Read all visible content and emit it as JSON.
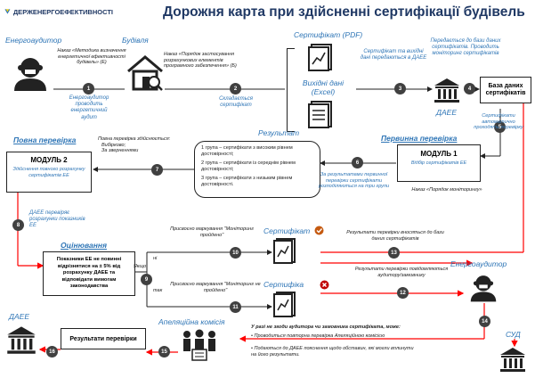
{
  "header": {
    "logo_text": "ДЕРЖЕНЕРГОЕФЕКТИВНОСТІ",
    "title": "Дорожня карта при здійсненні сертифікації будівель"
  },
  "actors": {
    "energy_auditor_top": "Енергоаудитор",
    "building": "Будівля",
    "certificate_pdf": "Сертифікат (PDF)",
    "source_data_excel": "Вихідні дані (Excel)",
    "daee_top": "ДАЕЕ",
    "db_certificates": "База даних сертифікатів",
    "full_check": "Повна перевірка",
    "result": "Результат",
    "initial_check": "Первинна перевірка",
    "assessment": "Оцінювання",
    "certificate_ok": "Сертифікат",
    "certificate_bad": "Сертифіка",
    "energy_auditor_right": "Енергоаудитор",
    "appeal_commission": "Апеляційна комісія",
    "daee_bottom": "ДАЕЕ",
    "sud": "СУД"
  },
  "texts": {
    "order_methodology": "Наказ «Методика визначення енергетичної ефективності будівель» (Е)",
    "auditor_caption": "Енергоаудитор проводить енергетичний аудит",
    "order_procedure": "Наказ «Порядок застосування розрахункових елементів програмного забезпечення» (Б)",
    "compose_certificate": "Складається сертифікат",
    "cert_source_sent": "Сертифікат та вихідні дані передаються в ДАЕЕ",
    "sent_to_db": "Передається до бази даних сертифікатів. Проводить моніторинг сертифікатів",
    "certs_auto_check": "Сертифікати автоматично проходять перевірку",
    "full_check_done": "Повна перевірка здійснюється:",
    "full_check_items": [
      "Вибірково;",
      "За зверненнями"
    ],
    "module2_title": "МОДУЛЬ 2",
    "module2_sub": "Здійснення повного розрахунку сертифікатів ЕЕ",
    "module1_title": "МОДУЛЬ 1",
    "module1_sub": "Відбір сертифікатів ЕЕ",
    "order_monitoring": "Наказ «Порядок моніторингу»",
    "group1": "1 група – сертифікати з високим рівнем достовірності;",
    "group2": "2 група – сертифікати із середнім рівнем достовірності;",
    "group3": "3 група – сертифікати з низьким рівнем достовірності.",
    "initial_results": "За результатами первинної перевірки сертифікати розподіляються на три групи",
    "daee_checks": "ДАЕЕ перевіряє розрахунки показників ЕЕ",
    "assessment_box": "Показники ЕЕ не повинні відрізнятися на ± 5% від розрахунку ДАЕЕ та відповідати вимогам законодавства",
    "if_word": "Якщо",
    "no_word": "ні",
    "yes_word": "так",
    "assigned_mark_ok": "Присвоєно маркування \"Моніторинг пройдено\"",
    "assigned_mark_bad": "Присвоєно маркування \"Моніторинг не пройдено\"",
    "results_db": "Результати перевірки вносяться до бази даних сертифікатів",
    "results_notify": "Результати перевірки повідомляються аудитору/замовнику",
    "disagree": "У разі не згоди аудитора чи замовника сертифіката, може:",
    "option1": "Проводиться повторна перевірка Апеляційною комісією",
    "option2": "Подаються до ДАЕЕ пояснення щодо обставин, які могли вплинути на його результати.",
    "check_results": "Результати перевірки",
    "db_box": "База даних сертифікатів"
  },
  "steps": [
    "1",
    "2",
    "3",
    "4",
    "5",
    "6",
    "7",
    "8",
    "9",
    "10",
    "11",
    "12",
    "13",
    "14",
    "15",
    "16"
  ],
  "colors": {
    "title_blue": "#1f3864",
    "label_blue": "#2e75b6",
    "arrow_red": "#ff0000",
    "step_gray": "#404040",
    "ok_orange": "#c55a11",
    "bad_red": "#c00000"
  }
}
